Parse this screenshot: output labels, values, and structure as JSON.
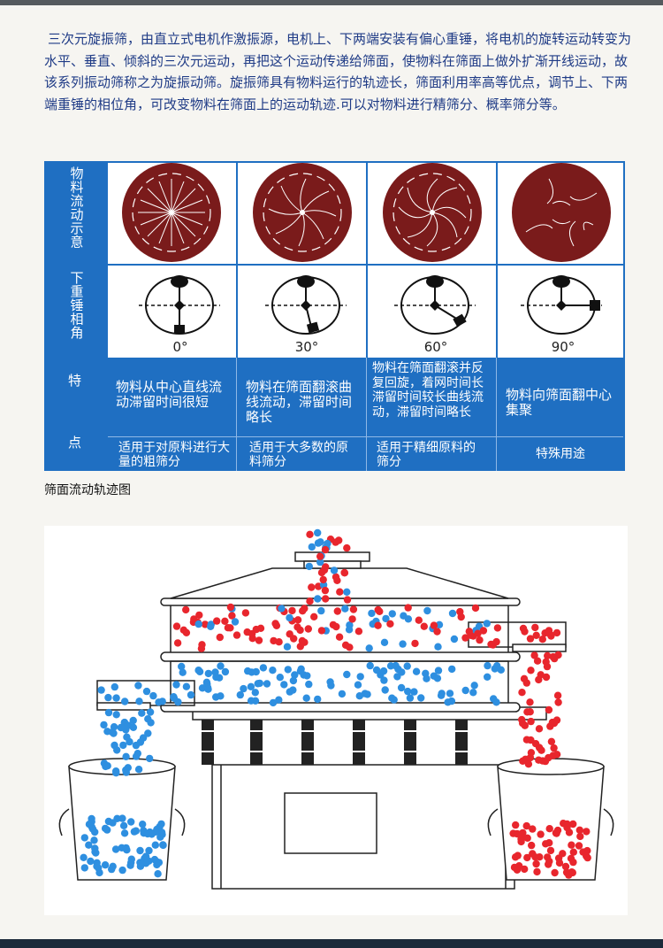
{
  "intro": {
    "text": "三次元旋振筛，由直立式电机作激振源，电机上、下两端安装有偏心重锤，将电机的旋转运动转变为水平、垂直、倾斜的三次元运动，再把这个运动传递给筛面，使物料在筛面上做外扩渐开线运动，故该系列振动筛称之为旋振动筛。旋振筛具有物料运行的轨迹长，筛面利用率高等优点，调节上、下两端重锤的相位角，可改变物料在筛面上的运动轨迹.可以对物料进行精筛分、概率筛分等。"
  },
  "table": {
    "row_labels": {
      "flow": "物料流动示意",
      "angle": "下重锤相角",
      "feature": "特点"
    },
    "angles": [
      "0°",
      "30°",
      "60°",
      "90°"
    ],
    "features": [
      "物料从中心直线流动滞留时间很短",
      "物料在筛面翻滚曲线流动，滞留时间略长",
      "物料在筛面翻滚并反复回旋，着网时间长滞留时间较长曲线流动，滞留时间略长",
      "物料向筛面翻中心集聚"
    ],
    "uses": [
      "适用于对原料进行大量的粗筛分",
      "适用于大多数的原料筛分",
      "适用于精细原料的筛分",
      "特殊用途"
    ]
  },
  "caption": "筛面流动轨迹图",
  "colors": {
    "table_blue": "#1f6fc2",
    "disc": "#7a1b1b",
    "intro_text": "#1f3b86",
    "red_ball": "#e8262d",
    "blue_ball": "#2e8fe0"
  },
  "icons": {
    "flow_disc": "circular-screen-flow-icon",
    "weight_diagram": "eccentric-weight-phase-icon",
    "machine": "rotary-vibrating-sieve-machine"
  }
}
